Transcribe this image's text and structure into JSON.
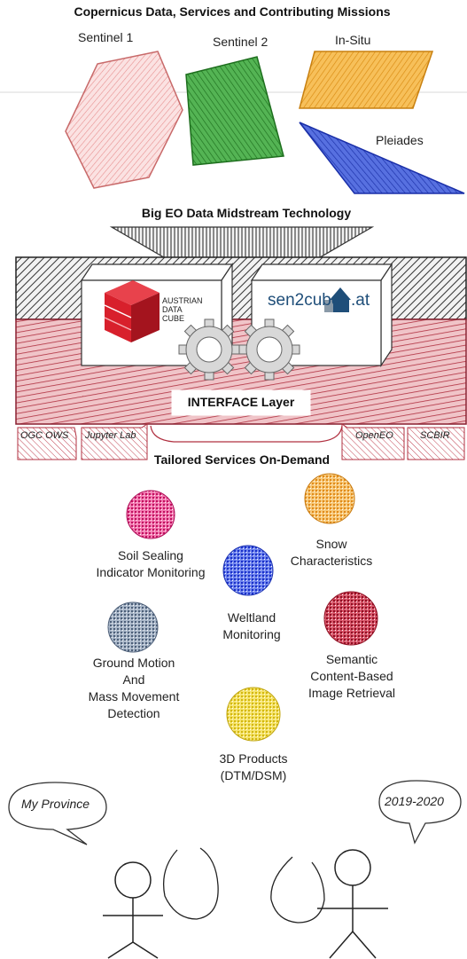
{
  "headings": {
    "top": "Copernicus Data, Services and Contributing Missions",
    "midstream": "Big EO Data Midstream Technology",
    "services": "Tailored Services On-Demand"
  },
  "sources": [
    "Sentinel 1",
    "Sentinel 2",
    "In-Situ",
    "Pleiades"
  ],
  "interface_layer": "INTERFACE Layer",
  "logos": {
    "adc": [
      "AUSTRIAN",
      "DATA",
      "CUBE"
    ],
    "s2c_main": "sen2cube",
    "s2c_tld": ".at"
  },
  "interface_tabs": [
    "OGC OWS",
    "Jupyter Lab",
    "OpenEO",
    "SCBIR"
  ],
  "services": [
    {
      "lines": [
        "Soil Sealing",
        "Indicator Monitoring"
      ],
      "color": "#e0207a"
    },
    {
      "lines": [
        "Snow",
        "Characteristics"
      ],
      "color": "#f0a030"
    },
    {
      "lines": [
        "Weltland",
        "Monitoring"
      ],
      "color": "#2540d0"
    },
    {
      "lines": [
        "Ground Motion",
        "And",
        "Mass Movement",
        "Detection"
      ],
      "color": "#6a7f9a"
    },
    {
      "lines": [
        "Semantic",
        "Content-Based",
        "Image Retrieval"
      ],
      "color": "#b01530"
    },
    {
      "lines": [
        "3D Products",
        "(DTM/DSM)"
      ],
      "color": "#e8d020"
    }
  ],
  "bubbles": [
    "My Province",
    "2019-2020"
  ],
  "colors": {
    "sentinel1": "#f4b4b4",
    "sentinel2": "#2e9a2e",
    "insitu": "#f0a020",
    "pleiades": "#2040d0",
    "stack": "#333333",
    "interface": "#b03040",
    "adc_red": "#d8202c",
    "s2c_blue": "#1f4e79"
  }
}
